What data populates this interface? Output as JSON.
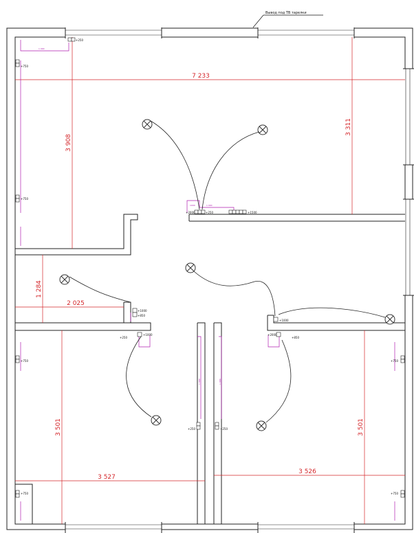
{
  "header_note": "Вывод под ТВ тарелки",
  "dimensions": {
    "width_total": "7 233",
    "height_left_upper": "3 908",
    "height_right_upper": "3 311",
    "corridor_height": "1 284",
    "corridor_width": "2 025",
    "height_lower_left": "3 501",
    "height_lower_right": "3 501",
    "width_lower_left": "3 527",
    "width_lower_right": "3 526"
  },
  "outlet_labels": {
    "top_left_250": "+250",
    "left_750_a": "+750",
    "left_750_b": "+750",
    "left_750_c": "+750",
    "left_750_d": "+750",
    "right_750_a": "+750",
    "right_750_b": "+750",
    "center_2000": "+2000",
    "center_250": "+250",
    "center_1500": "+1500",
    "mid_left_1000": "+1000",
    "mid_left_850": "+850",
    "mid_left_250": "+250",
    "mid_left2_1000": "+1000",
    "mid_right_1000": "+1000",
    "mid_right_2000": "+2000",
    "mid_right_850": "+850",
    "door_left_250": "+250",
    "door_right_250": "+250"
  },
  "magenta_labels": {
    "top_left": "1 000",
    "center_a": "1000",
    "center_b": "1 000",
    "door_a": "1 000",
    "door_b": "1 000"
  },
  "colors": {
    "wall": "#222222",
    "dimension": "#d4262a",
    "wiring": "#b01fb0",
    "fixture": "#333333"
  }
}
